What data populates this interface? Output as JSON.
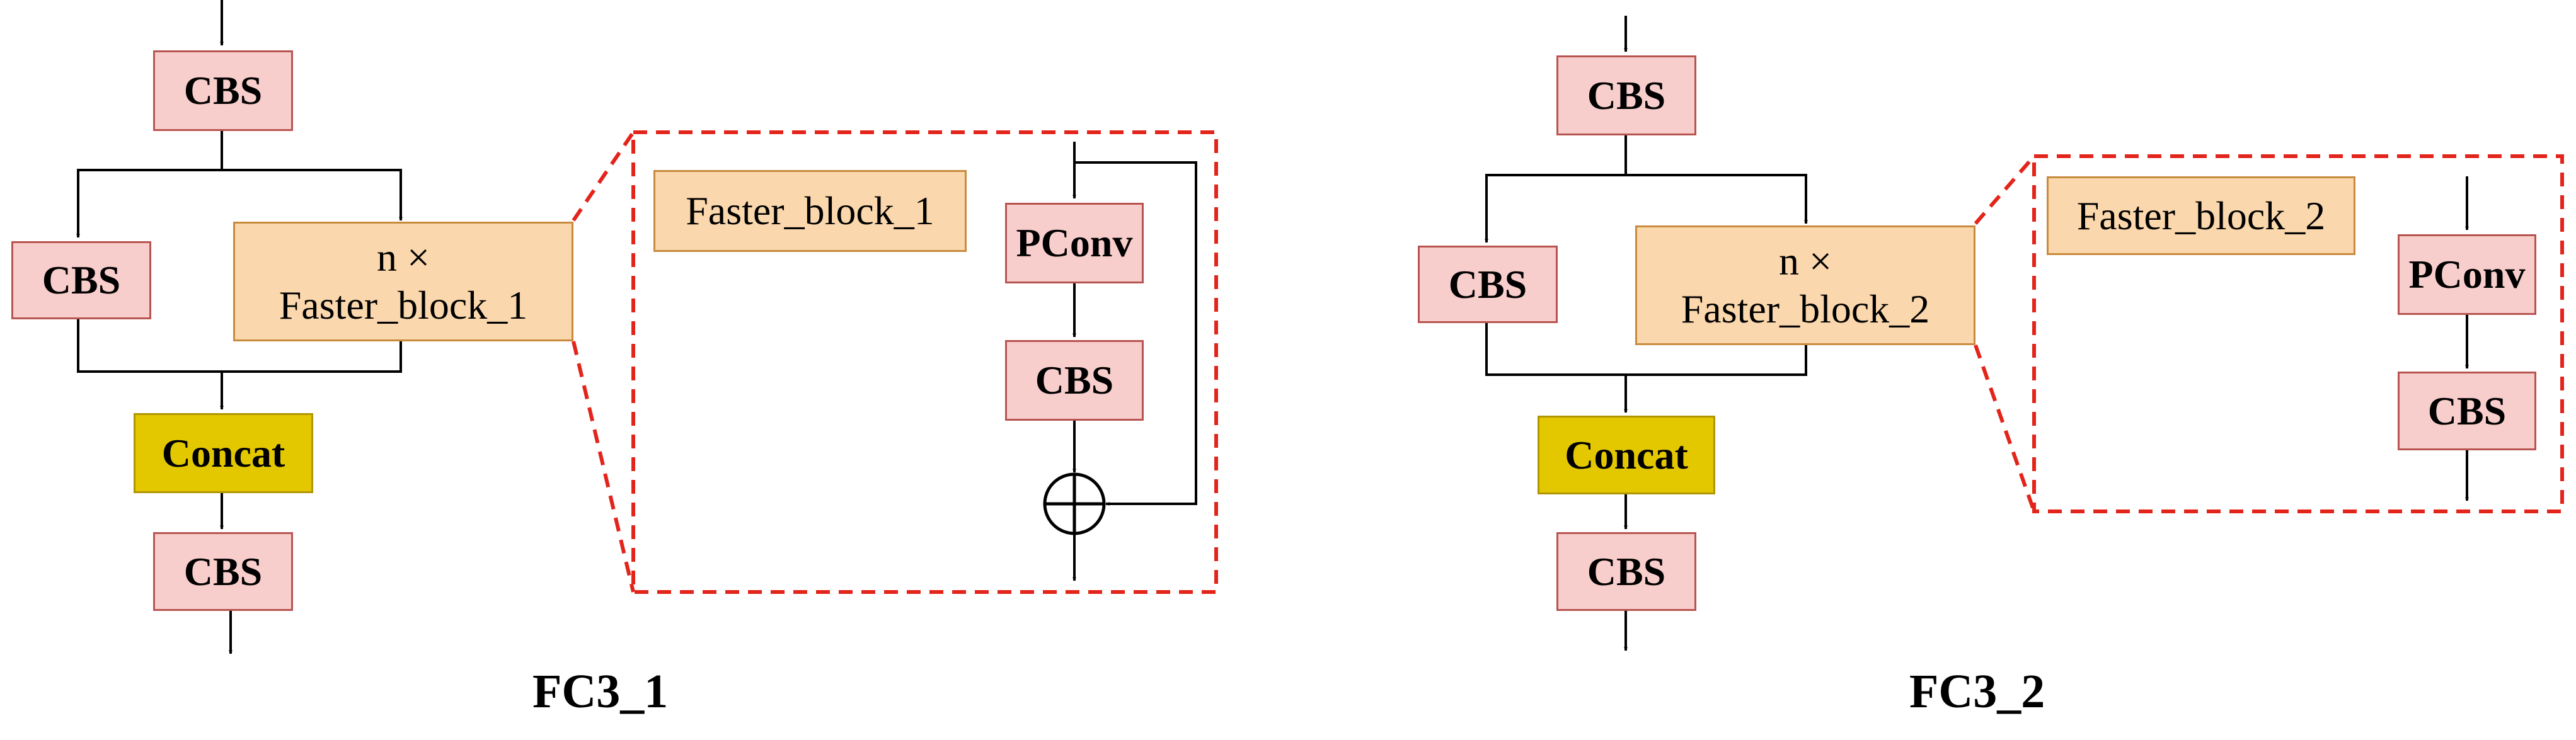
{
  "diagrams": [
    {
      "caption": "FC3_1",
      "cbs_label": "CBS",
      "concat_label": "Concat",
      "repeat_line1": "n ×",
      "repeat_line2": "Faster_block_1",
      "detail_title": "Faster_block_1",
      "pconv_label": "PConv",
      "has_residual_add": true
    },
    {
      "caption": "FC3_2",
      "cbs_label": "CBS",
      "concat_label": "Concat",
      "repeat_line1": "n ×",
      "repeat_line2": "Faster_block_2",
      "detail_title": "Faster_block_2",
      "pconv_label": "PConv",
      "has_residual_add": false
    }
  ],
  "colors": {
    "cbs_fill": "#f8cecc",
    "block_fill": "#fad7ac",
    "concat_fill": "#e3c800",
    "dashed_border": "#e3241b",
    "lines": "#000000"
  }
}
